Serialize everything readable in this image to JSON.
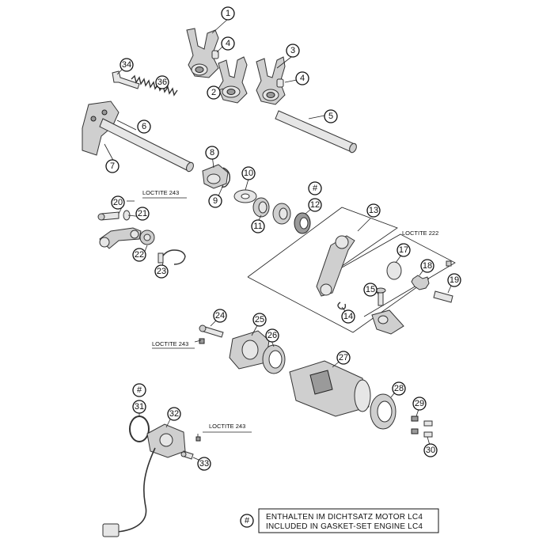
{
  "callouts": [
    {
      "id": "c1",
      "label": "1"
    },
    {
      "id": "c2",
      "label": "2"
    },
    {
      "id": "c3",
      "label": "3"
    },
    {
      "id": "c4a",
      "label": "4"
    },
    {
      "id": "c4b",
      "label": "4"
    },
    {
      "id": "c5",
      "label": "5"
    },
    {
      "id": "c6",
      "label": "6"
    },
    {
      "id": "c7",
      "label": "7"
    },
    {
      "id": "c8",
      "label": "8"
    },
    {
      "id": "c9",
      "label": "9"
    },
    {
      "id": "c10",
      "label": "10"
    },
    {
      "id": "c11",
      "label": "11"
    },
    {
      "id": "c12",
      "label": "12"
    },
    {
      "id": "c12h",
      "label": "#"
    },
    {
      "id": "c13",
      "label": "13"
    },
    {
      "id": "c14",
      "label": "14"
    },
    {
      "id": "c15",
      "label": "15"
    },
    {
      "id": "c17",
      "label": "17"
    },
    {
      "id": "c18",
      "label": "18"
    },
    {
      "id": "c19",
      "label": "19"
    },
    {
      "id": "c20",
      "label": "20"
    },
    {
      "id": "c21",
      "label": "21"
    },
    {
      "id": "c22",
      "label": "22"
    },
    {
      "id": "c23",
      "label": "23"
    },
    {
      "id": "c24",
      "label": "24"
    },
    {
      "id": "c25",
      "label": "25"
    },
    {
      "id": "c26",
      "label": "26"
    },
    {
      "id": "c27",
      "label": "27"
    },
    {
      "id": "c28",
      "label": "28"
    },
    {
      "id": "c29",
      "label": "29"
    },
    {
      "id": "c30",
      "label": "30"
    },
    {
      "id": "c31h",
      "label": "#"
    },
    {
      "id": "c31",
      "label": "31"
    },
    {
      "id": "c32",
      "label": "32"
    },
    {
      "id": "c33",
      "label": "33"
    },
    {
      "id": "c34",
      "label": "34"
    },
    {
      "id": "c36",
      "label": "36"
    },
    {
      "id": "cleg",
      "label": "#"
    }
  ],
  "loctite": {
    "top_left": "LOCTITE 243",
    "right_group": "LOCTITE 222",
    "drum_bolt": "LOCTITE 243",
    "sensor_screw": "LOCTITE 243"
  },
  "legend": {
    "line1": "ENTHALTEN IM DICHTSATZ MOTOR LC4",
    "line2": "INCLUDED IN GASKET-SET ENGINE LC4"
  }
}
